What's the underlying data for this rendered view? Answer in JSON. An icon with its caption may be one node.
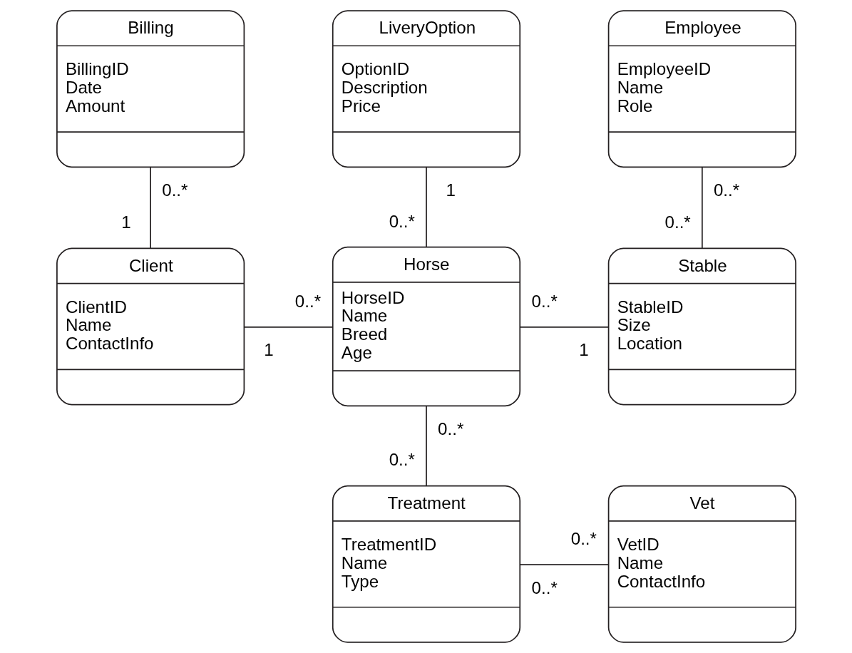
{
  "diagram": {
    "nodes": [
      {
        "text": [
          "Billing",
          "BillingID",
          "Date",
          "Amount"
        ]
      },
      {
        "text": [
          "LiveryOption",
          "OptionID",
          "Description",
          "Price"
        ]
      },
      {
        "text": [
          "Employee",
          "EmployeeID",
          "Name",
          "Role"
        ]
      },
      {
        "text": [
          "Client",
          "ClientID",
          "Name",
          "ContactInfo"
        ]
      },
      {
        "text": [
          "Horse",
          "HorseID",
          "Name",
          "Breed",
          "Age"
        ]
      },
      {
        "text": [
          "Stable",
          "StableID",
          "Size",
          "Location"
        ]
      },
      {
        "text": [
          "Treatment",
          "TreatmentID",
          "Name",
          "Type"
        ]
      },
      {
        "text": [
          "Vet",
          "VetID",
          "Name",
          "ContactInfo"
        ]
      }
    ],
    "edges": [
      {
        "from": 0,
        "to": 3,
        "arrow": "none"
      },
      {
        "from": 1,
        "to": 4,
        "arrow": "none"
      },
      {
        "from": 2,
        "to": 5,
        "arrow": "none"
      },
      {
        "from": 3,
        "to": 4,
        "arrow": "none"
      },
      {
        "from": 4,
        "to": 5,
        "arrow": "none"
      },
      {
        "from": 4,
        "to": 6,
        "arrow": "none"
      },
      {
        "from": 6,
        "to": 7,
        "arrow": "none"
      }
    ],
    "labels": [
      "0..*",
      "1",
      "0..*",
      "1",
      "0..*",
      "0..*",
      "0..*",
      "0..*",
      "1",
      "1",
      "0..*",
      "0..*",
      "0..*",
      "0..*"
    ]
  }
}
